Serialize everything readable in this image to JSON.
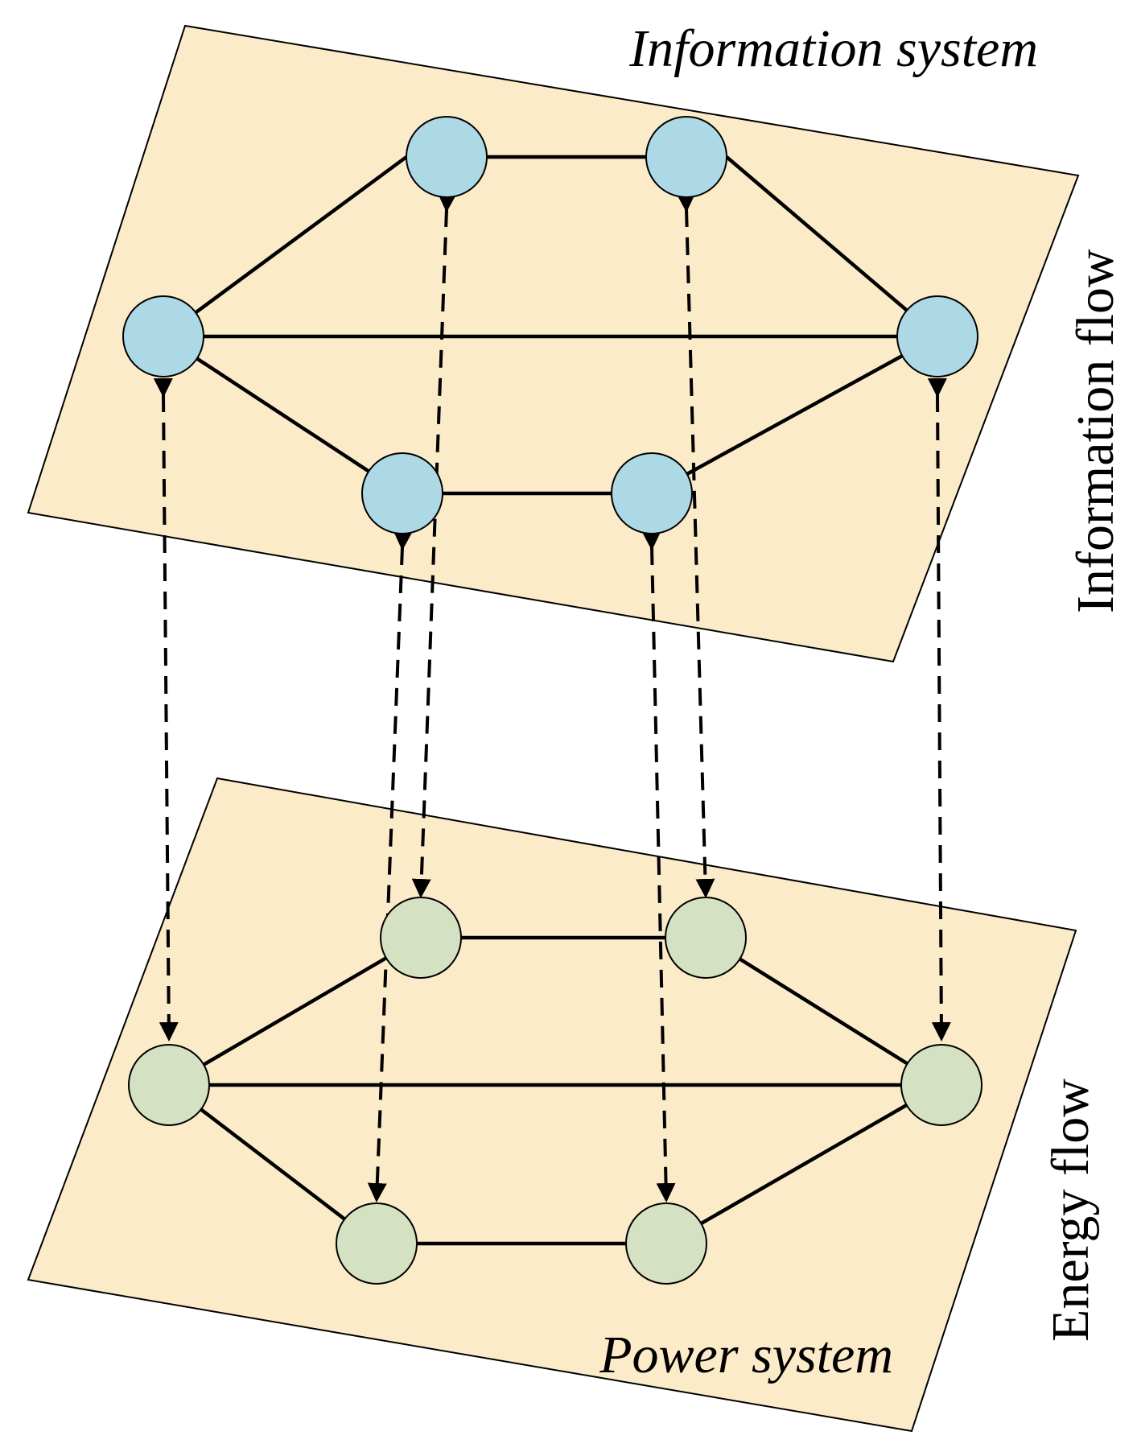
{
  "labels": {
    "top_plane": "Information system",
    "bottom_plane": "Power system",
    "right_upper": "Information flow",
    "right_lower": "Energy flow"
  },
  "colors": {
    "plane_fill": "#FCEBC8",
    "info_node": "#ADD8E6",
    "power_node": "#D4E1C3",
    "line": "#000000"
  }
}
